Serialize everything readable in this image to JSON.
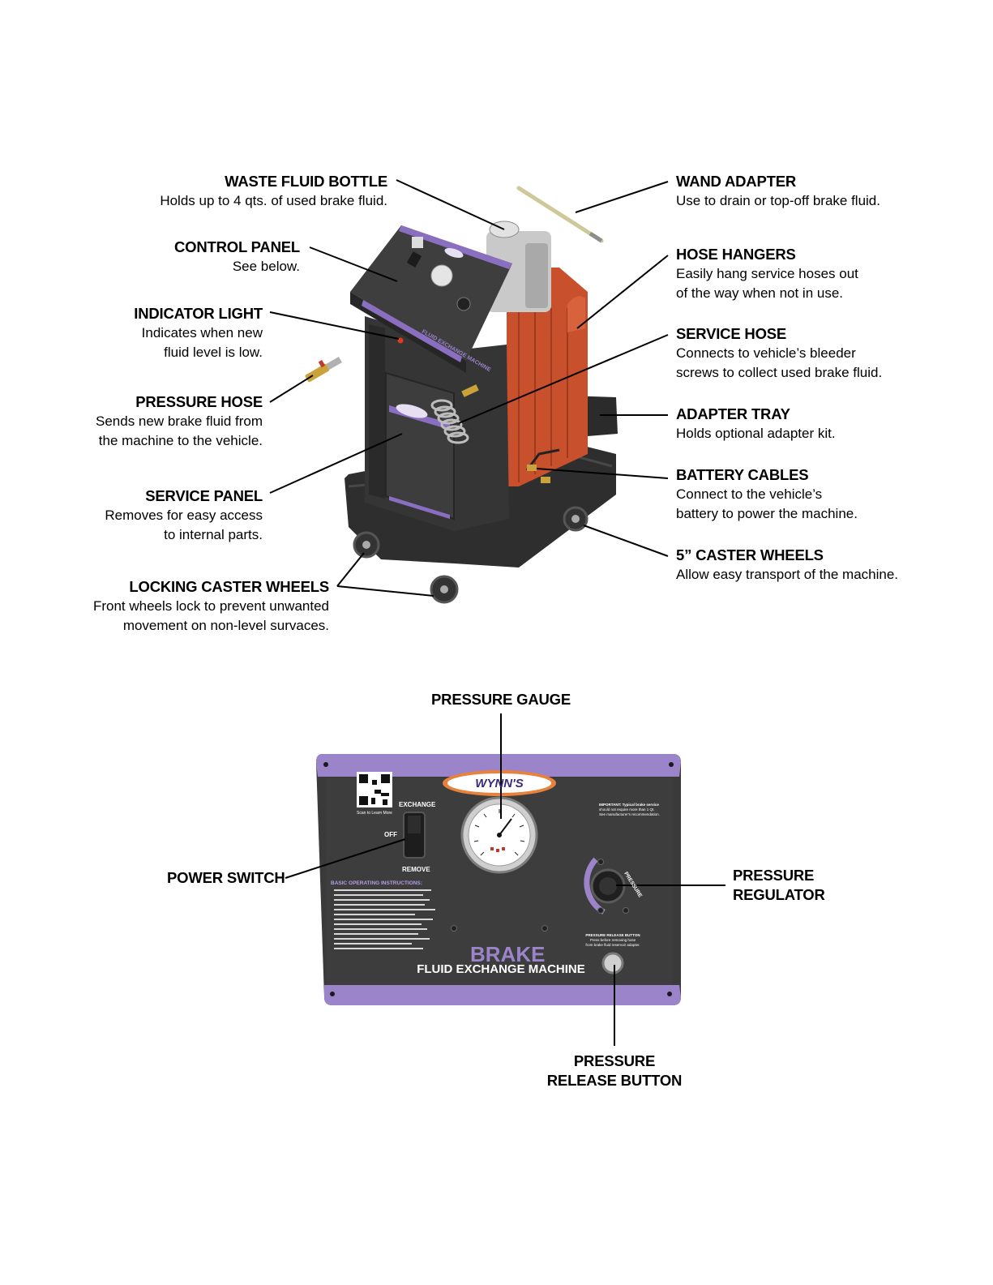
{
  "callouts": {
    "waste_fluid_bottle": {
      "title": "WASTE FLUID BOTTLE",
      "desc": [
        "Holds up to 4 qts. of used brake fluid."
      ]
    },
    "control_panel": {
      "title": "CONTROL PANEL",
      "desc": [
        "See below."
      ]
    },
    "indicator_light": {
      "title": "INDICATOR LIGHT",
      "desc": [
        "Indicates when new",
        "fluid level is low."
      ]
    },
    "pressure_hose": {
      "title": "PRESSURE HOSE",
      "desc": [
        "Sends new brake fluid from",
        "the machine to the vehicle."
      ]
    },
    "service_panel": {
      "title": "SERVICE PANEL",
      "desc": [
        "Removes for easy access",
        "to internal parts."
      ]
    },
    "locking_caster_wheels": {
      "title": "LOCKING CASTER WHEELS",
      "desc": [
        "Front wheels lock to prevent unwanted",
        "movement on non-level survaces."
      ]
    },
    "wand_adapter": {
      "title": "WAND ADAPTER",
      "desc": [
        "Use to drain or top-off brake fluid."
      ]
    },
    "hose_hangers": {
      "title": "HOSE HANGERS",
      "desc": [
        "Easily hang service hoses out",
        "of the way when not in use."
      ]
    },
    "service_hose": {
      "title": "SERVICE HOSE",
      "desc": [
        "Connects to vehicle’s bleeder",
        "screws to collect used brake fluid."
      ]
    },
    "adapter_tray": {
      "title": "ADAPTER TRAY",
      "desc": [
        "Holds optional adapter kit."
      ]
    },
    "battery_cables": {
      "title": "BATTERY CABLES",
      "desc": [
        "Connect to the vehicle’s",
        "battery to power the machine."
      ]
    },
    "caster_wheels_5": {
      "title": "5” CASTER WHEELS",
      "desc": [
        "Allow easy transport of the machine."
      ]
    },
    "pressure_gauge": {
      "title": "PRESSURE GAUGE"
    },
    "power_switch": {
      "title": "POWER SWITCH"
    },
    "pressure_regulator": {
      "title": [
        "PRESSURE",
        "REGULATOR"
      ]
    },
    "pressure_release_button": {
      "title": [
        "PRESSURE",
        "RELEASE BUTTON"
      ]
    }
  },
  "panel": {
    "brand": "WYNN'S",
    "brake": "BRAKE",
    "machine": "FLUID EXCHANGE MACHINE",
    "machine_small": "FLUID EXCHANGE MACHINE",
    "scan": "Scan to Learn More",
    "switch_exchange": "EXCHANGE",
    "switch_off": "OFF",
    "switch_remove": "REMOVE",
    "instructions_title": "BASIC OPERATING INSTRUCTIONS:",
    "regulator_ring": "PRESSURE",
    "release_label": [
      "PRESSURE RELEASE BUTTON",
      "Press before removing hose",
      "from brake fluid reservoir adapter."
    ],
    "important": [
      "IMPORTANT: Typical brake service",
      "should not require more than 1 Qt.",
      "See manufacturer's recommendation."
    ]
  },
  "colors": {
    "purple": "#9b84c9",
    "purple_dark": "#6f55a8",
    "panel_dark": "#3a3a3a",
    "cabinet": "#343434",
    "orange": "#c8502c",
    "brand_orange": "#e8823a"
  }
}
